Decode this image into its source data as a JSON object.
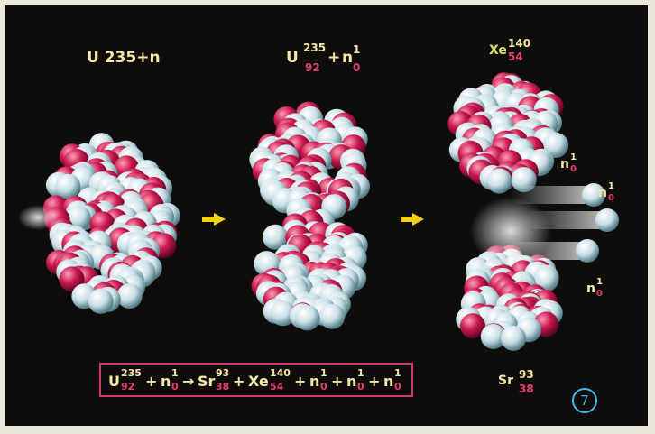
{
  "labels": {
    "top_left": "U 235+n",
    "top_mid": {
      "symbol": "U",
      "mass": "235",
      "atomic": "92",
      "plus": "+",
      "n": "n",
      "n_mass": "1",
      "n_atomic": "0"
    },
    "top_right": {
      "symbol": "Xe",
      "mass": "140",
      "atomic": "54"
    },
    "neutron": {
      "symbol": "n",
      "mass": "1",
      "atomic": "0"
    },
    "bottom_right": {
      "symbol": "Sr",
      "mass": "93",
      "atomic": "38"
    }
  },
  "equation": {
    "tokens": [
      {
        "kind": "big",
        "text": "U"
      },
      {
        "kind": "sup",
        "text": "235"
      },
      {
        "kind": "sub",
        "text": "92"
      },
      {
        "kind": "big",
        "text": "+"
      },
      {
        "kind": "big",
        "text": "n"
      },
      {
        "kind": "sup",
        "text": "1"
      },
      {
        "kind": "sub",
        "text": "0"
      },
      {
        "kind": "big",
        "text": "→"
      },
      {
        "kind": "big",
        "text": "Sr"
      },
      {
        "kind": "sup",
        "text": "93"
      },
      {
        "kind": "sub",
        "text": "38"
      },
      {
        "kind": "big",
        "text": "+"
      },
      {
        "kind": "big",
        "text": "Xe"
      },
      {
        "kind": "sup",
        "text": "140"
      },
      {
        "kind": "sub",
        "text": "54"
      },
      {
        "kind": "big",
        "text": "+"
      },
      {
        "kind": "big",
        "text": "n"
      },
      {
        "kind": "sup",
        "text": "1"
      },
      {
        "kind": "sub",
        "text": "0"
      },
      {
        "kind": "big",
        "text": "+"
      },
      {
        "kind": "big",
        "text": "n"
      },
      {
        "kind": "sup",
        "text": "1"
      },
      {
        "kind": "sub",
        "text": "0"
      },
      {
        "kind": "big",
        "text": "+"
      },
      {
        "kind": "big",
        "text": "n"
      },
      {
        "kind": "sup",
        "text": "1"
      },
      {
        "kind": "sub",
        "text": "0"
      }
    ]
  },
  "figure_number": "7",
  "colors": {
    "background": "#0e0d0b",
    "proton": "#c8184f",
    "neutron_ball": "#cfe4ea",
    "arrow": "#f3cf16",
    "label": "#f3e6a6",
    "subscript": "#e23e72",
    "badge": "#3fb7e8"
  }
}
